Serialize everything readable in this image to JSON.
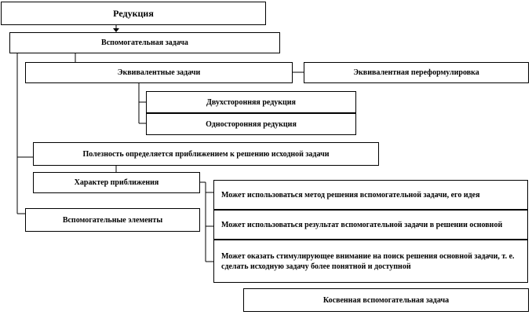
{
  "diagram": {
    "title": "Редукция",
    "auxiliary_task": "Вспомогательная задача",
    "equivalent_tasks": "Эквивалентные задачи",
    "equivalent_reformulation": "Эквивалентная переформулировка",
    "two_sided_reduction": "Двухсторонняя редукция",
    "one_sided_reduction": "Односторонняя редукция",
    "usefulness": "Полезность определяется приближением к решению исходной задачи",
    "approximation_character": "Характер приближения",
    "auxiliary_elements": "Вспомогательные элементы",
    "use_method": "Может использоваться метод решения вспомогательной задачи, его идея",
    "use_result": "Может использоваться результат вспомогательной задачи в решении основной",
    "stimulate": "Может оказать стимулирующее внимание на поиск решения основной задачи, т. е. сделать исходную задачу более понятной и доступной",
    "indirect_auxiliary": "Косвенная вспомогательная задача"
  }
}
